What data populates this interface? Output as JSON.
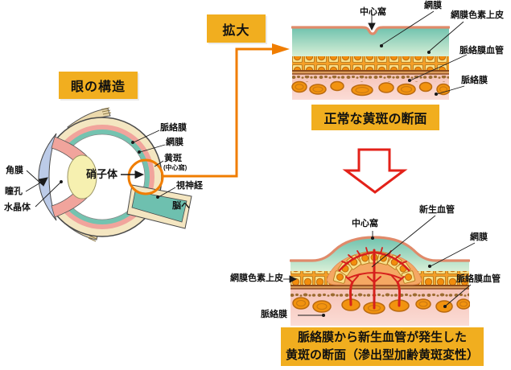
{
  "colors": {
    "box_orange": "#F1AE1F",
    "connector_orange": "#F07D00",
    "arrow_red": "#E32119",
    "retina_teal": "#74C3B0",
    "choroid_pink": "#F5C2B6",
    "vessel_orange": "#F2930F",
    "neovessel_red": "#D6201C"
  },
  "enlarge": {
    "label": "拡大"
  },
  "eye": {
    "title": "眼の構造",
    "labels": {
      "cornea": "角膜",
      "pupil": "瞳孔",
      "lens": "水晶体",
      "vitreous": "硝子体",
      "choroid": "脈絡膜",
      "retina": "網膜",
      "macula": "黄斑",
      "fovea_sub": "(中心窩)",
      "optic_nerve": "視神経",
      "to_brain": "脳へ"
    }
  },
  "normal_panel": {
    "caption": "正常な黄斑の断面",
    "labels": {
      "fovea": "中心窩",
      "retina": "網膜",
      "rpe": "網膜色素上皮",
      "choroidal_vessel": "脈絡膜血管",
      "choroid": "脈絡膜"
    }
  },
  "amd_panel": {
    "caption_line1": "脈絡膜から新生血管が発生した",
    "caption_line2": "黄斑の断面（滲出型加齢黄斑変性）",
    "labels": {
      "neovessel": "新生血管",
      "fovea": "中心窩",
      "retina": "網膜",
      "rpe": "網膜色素上皮",
      "choroidal_vessel": "脈絡膜血管",
      "choroid": "脈絡膜"
    }
  }
}
